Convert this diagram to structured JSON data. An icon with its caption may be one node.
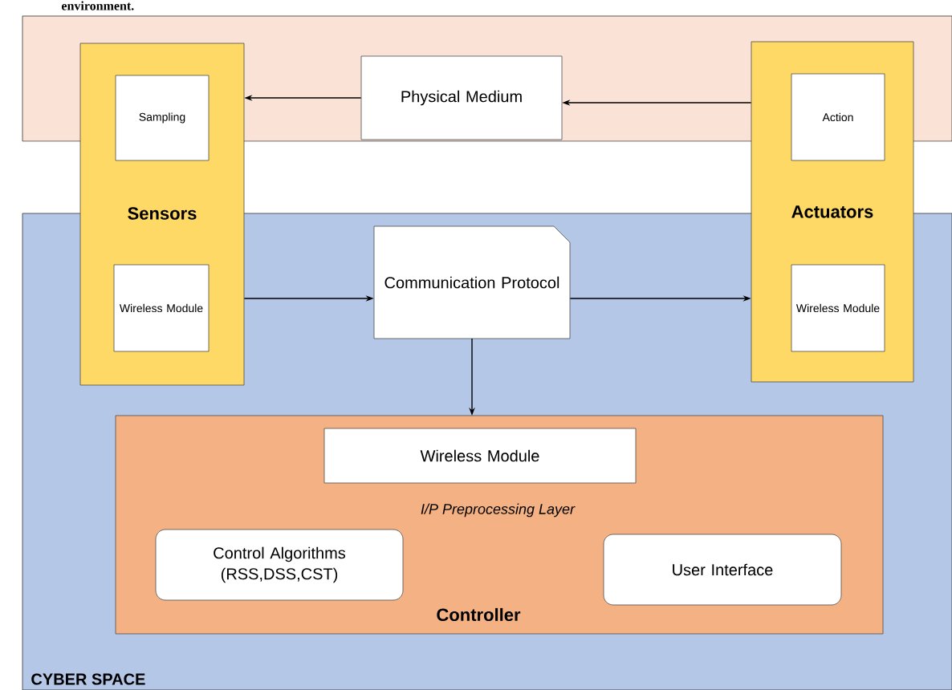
{
  "diagram": {
    "nodes": [
      {
        "text": [],
        "shape": "box"
      },
      {
        "text": [
          "Sensors"
        ]
      },
      {
        "text": [
          "Sampling"
        ],
        "in": 1
      },
      {
        "text": [
          "Wireless Module"
        ]
      },
      {
        "text": [
          "Physical Medium"
        ],
        "in": 0
      },
      {
        "text": [
          "Actuators"
        ]
      },
      {
        "text": [
          "Action"
        ],
        "in": 5
      },
      {
        "text": [
          "Wireless Module"
        ]
      },
      {
        "text": [
          "CYBER SPACE"
        ]
      },
      {
        "text": [
          "Communication Protocol"
        ],
        "in": 8
      },
      {
        "text": [
          "I/P Preprocessing Layer",
          "Controller"
        ],
        "in": 8
      },
      {
        "text": [
          "Wireless Module"
        ],
        "in": 10
      },
      {
        "text": [
          "Control Algorithms (RSS,DSS,CST)"
        ],
        "in": 10
      },
      {
        "text": [
          "User Interface"
        ],
        "in": 10
      }
    ],
    "edges": [
      {
        "from": 5,
        "to": 4,
        "arrow": "to"
      },
      {
        "from": 4,
        "to": 1,
        "arrow": "to"
      },
      {
        "from": 1,
        "to": 9,
        "arrow": "to"
      },
      {
        "from": 9,
        "to": 5,
        "arrow": "to"
      },
      {
        "from": 9,
        "to": 10,
        "arrow": "to"
      }
    ],
    "labels": [
      "environment."
    ]
  }
}
